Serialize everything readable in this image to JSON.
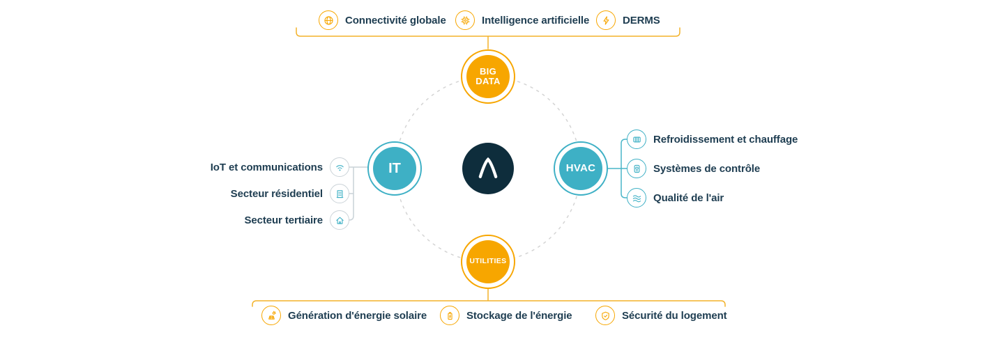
{
  "colors": {
    "orange": "#F7A600",
    "teal": "#3EB0C5",
    "navy": "#1E3D51",
    "dark": "#0E2D3C",
    "line_orange": "#F3B229",
    "line_teal": "#49B5C8",
    "line_gray": "#C9D2D7",
    "icon_gray": "#CBD3D8"
  },
  "logo": {
    "letter": "A"
  },
  "nodes": {
    "big_data": {
      "label": "BIG DATA"
    },
    "it": {
      "label": "IT"
    },
    "hvac": {
      "label": "HVAC"
    },
    "utilities": {
      "label": "UTILITIES"
    }
  },
  "top_group": {
    "items": [
      {
        "label": "Connectivité globale",
        "icon": "globe-icon"
      },
      {
        "label": "Intelligence artificielle",
        "icon": "ai-chip-icon"
      },
      {
        "label": "DERMS",
        "icon": "lightning-icon"
      }
    ]
  },
  "right_group": {
    "items": [
      {
        "label": "Refroidissement et chauffage",
        "icon": "cooling-heating-icon"
      },
      {
        "label": "Systèmes de contrôle",
        "icon": "control-system-icon"
      },
      {
        "label": "Qualité de l'air",
        "icon": "air-quality-icon"
      }
    ]
  },
  "left_group": {
    "items": [
      {
        "label": "IoT et communications",
        "icon": "wifi-icon"
      },
      {
        "label": "Secteur résidentiel",
        "icon": "building-icon"
      },
      {
        "label": "Secteur tertiaire",
        "icon": "home-icon"
      }
    ]
  },
  "bottom_group": {
    "items": [
      {
        "label": "Génération d'énergie solaire",
        "icon": "solar-panel-icon"
      },
      {
        "label": "Stockage de l'énergie",
        "icon": "battery-icon"
      },
      {
        "label": "Sécurité du logement",
        "icon": "home-security-icon"
      }
    ]
  }
}
